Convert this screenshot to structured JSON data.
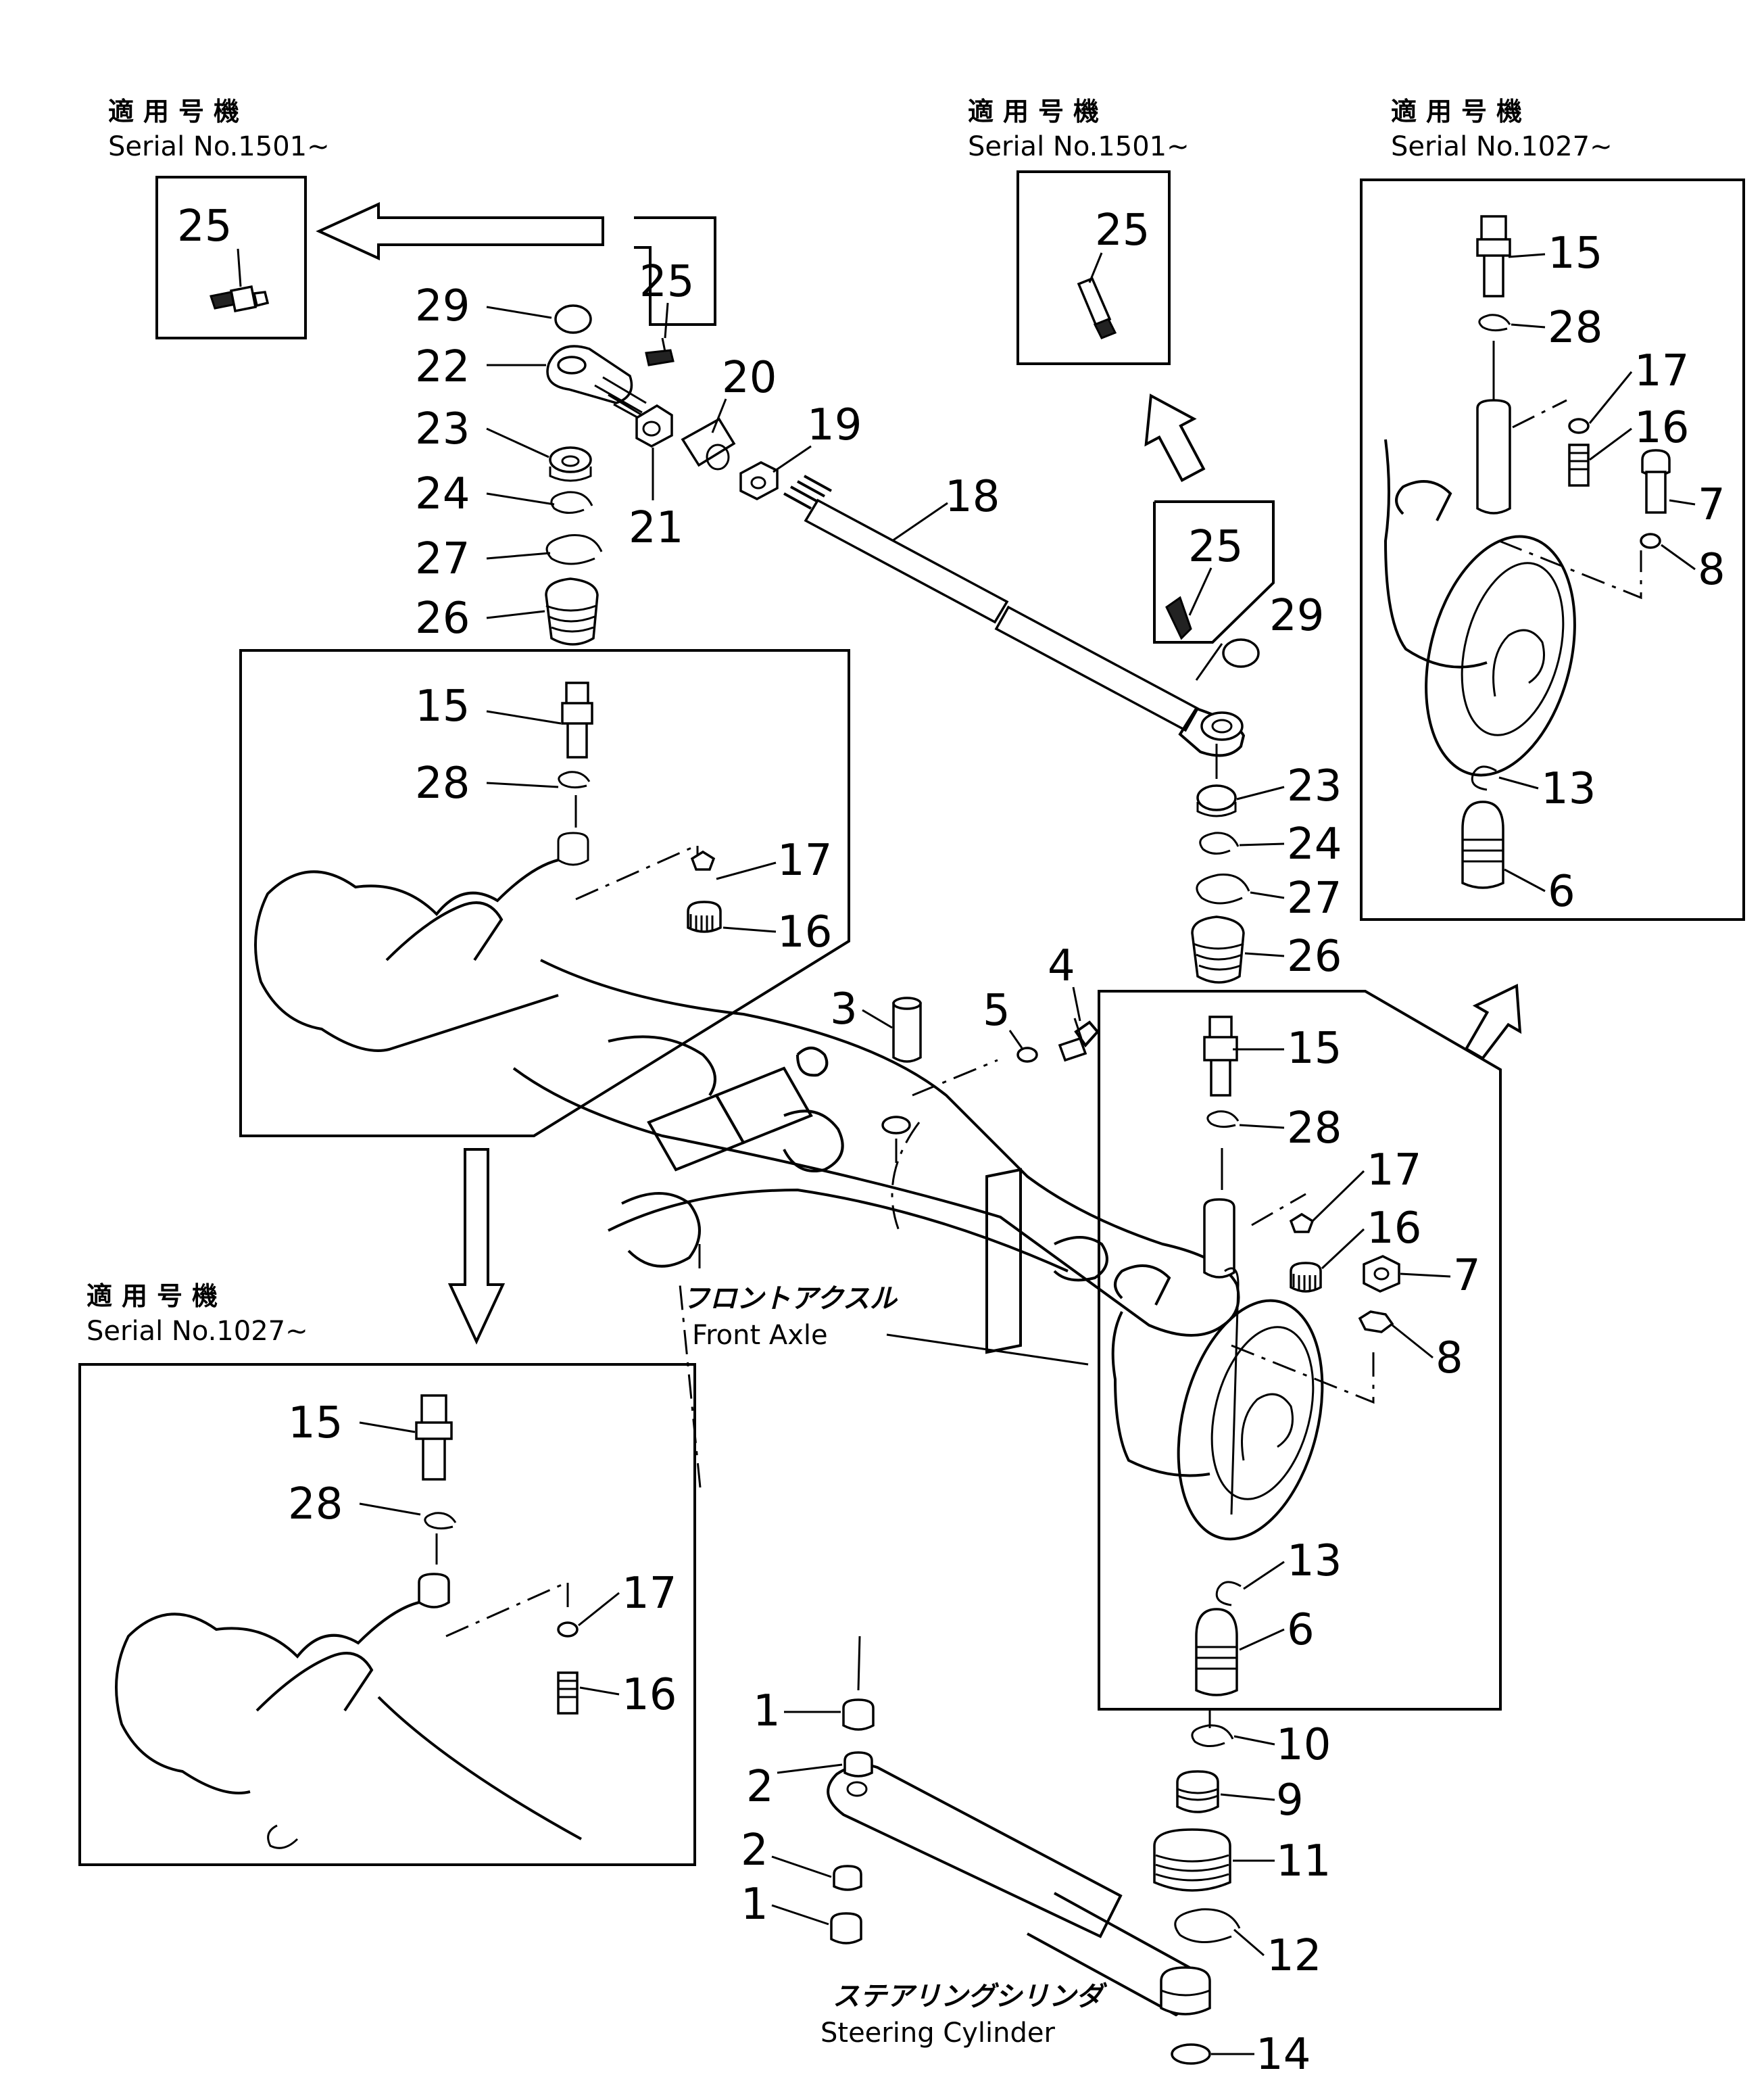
{
  "serial_labels": {
    "jp_applicable_models": "適用号機",
    "top_left": "Serial No.1501~",
    "top_middle": "Serial No.1501~",
    "top_right": "Serial No.1027~",
    "lower_left": "Serial No.1027~"
  },
  "captions": {
    "front_axle_jp": "フロントアクスル",
    "front_axle_en": "Front Axle",
    "steering_cylinder_jp": "ステアリングシリンダ",
    "steering_cylinder_en": "Steering Cylinder"
  },
  "callouts": [
    "25",
    "25",
    "29",
    "22",
    "20",
    "19",
    "23",
    "21",
    "24",
    "27",
    "26",
    "18",
    "25",
    "29",
    "15",
    "28",
    "17",
    "16",
    "3",
    "5",
    "4",
    "23",
    "24",
    "27",
    "26",
    "15",
    "28",
    "17",
    "16",
    "7",
    "8",
    "13",
    "6",
    "10",
    "9",
    "11",
    "12",
    "14",
    "1",
    "2",
    "2",
    "1",
    "25",
    "15",
    "28",
    "17",
    "16",
    "7",
    "8",
    "13",
    "6",
    "15",
    "28",
    "17",
    "16"
  ]
}
